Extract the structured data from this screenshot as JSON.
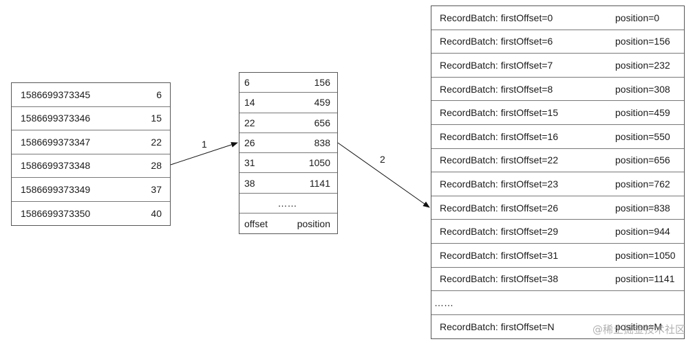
{
  "time_index": {
    "rows": [
      {
        "timestamp": "1586699373345",
        "offset": "6"
      },
      {
        "timestamp": "1586699373346",
        "offset": "15"
      },
      {
        "timestamp": "1586699373347",
        "offset": "22"
      },
      {
        "timestamp": "1586699373348",
        "offset": "28"
      },
      {
        "timestamp": "1586699373349",
        "offset": "37"
      },
      {
        "timestamp": "1586699373350",
        "offset": "40"
      }
    ]
  },
  "offset_index": {
    "rows": [
      {
        "offset": "6",
        "position": "156"
      },
      {
        "offset": "14",
        "position": "459"
      },
      {
        "offset": "22",
        "position": "656"
      },
      {
        "offset": "26",
        "position": "838"
      },
      {
        "offset": "31",
        "position": "1050"
      },
      {
        "offset": "38",
        "position": "1141"
      }
    ],
    "ellipsis": "……",
    "footer": {
      "offset_label": "offset",
      "position_label": "position"
    }
  },
  "log_segment": {
    "rows": [
      {
        "batch": "RecordBatch: firstOffset=0",
        "position": "position=0"
      },
      {
        "batch": "RecordBatch: firstOffset=6",
        "position": "position=156"
      },
      {
        "batch": "RecordBatch: firstOffset=7",
        "position": "position=232"
      },
      {
        "batch": "RecordBatch: firstOffset=8",
        "position": "position=308"
      },
      {
        "batch": "RecordBatch: firstOffset=15",
        "position": "position=459"
      },
      {
        "batch": "RecordBatch: firstOffset=16",
        "position": "position=550"
      },
      {
        "batch": "RecordBatch: firstOffset=22",
        "position": "position=656"
      },
      {
        "batch": "RecordBatch: firstOffset=23",
        "position": "position=762"
      },
      {
        "batch": "RecordBatch: firstOffset=26",
        "position": "position=838"
      },
      {
        "batch": "RecordBatch: firstOffset=29",
        "position": "position=944"
      },
      {
        "batch": "RecordBatch: firstOffset=31",
        "position": "position=1050"
      },
      {
        "batch": "RecordBatch: firstOffset=38",
        "position": "position=1141"
      }
    ],
    "ellipsis": "……",
    "last_row": {
      "batch": "RecordBatch: firstOffset=N",
      "position": "position=M"
    }
  },
  "arrows": {
    "arrow1_label": "1",
    "arrow2_label": "2"
  },
  "watermark": "@稀土掘金技术社区",
  "colors": {
    "border": "#555555",
    "text": "#1a1a1a",
    "watermark": "#969696"
  }
}
